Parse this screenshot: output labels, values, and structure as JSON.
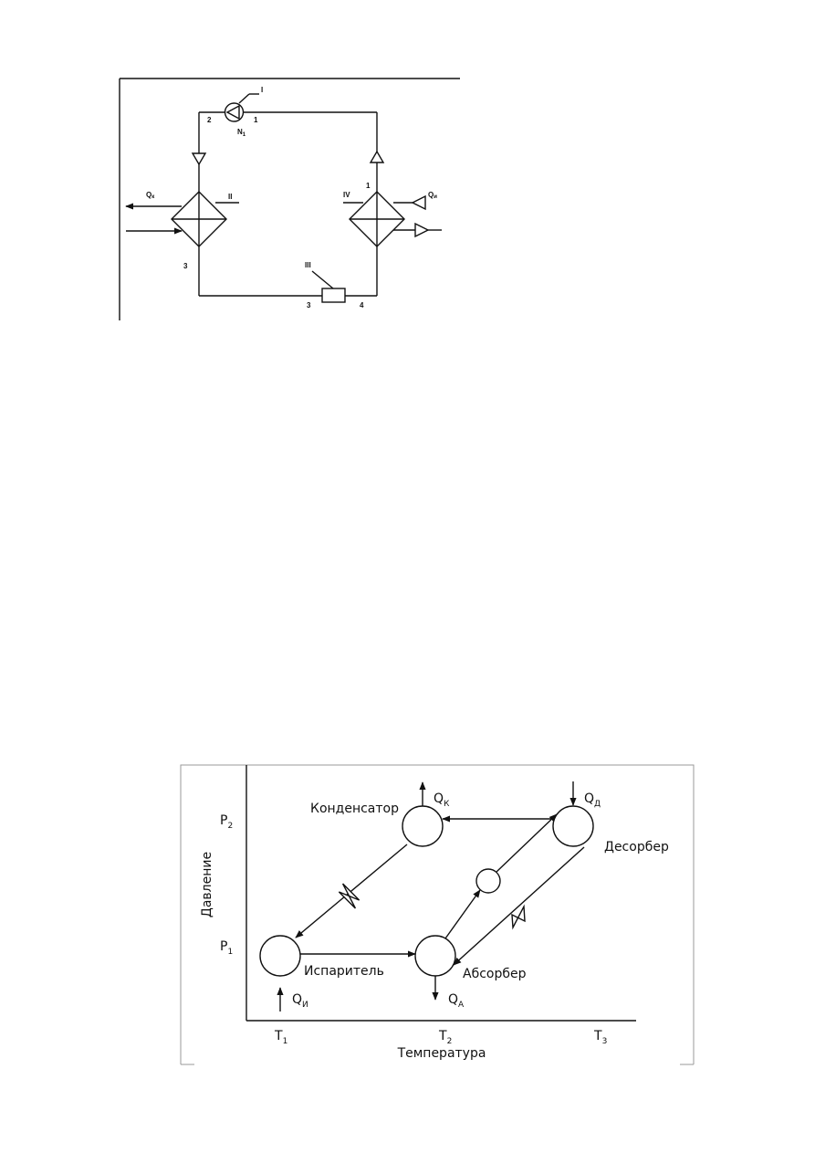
{
  "diagram1": {
    "pump": {
      "label": "I",
      "drive": "N",
      "drive_sub": "1"
    },
    "condenser": {
      "label": "II",
      "heat": "Q",
      "heat_sub": "к"
    },
    "valve": {
      "label": "III"
    },
    "evaporator": {
      "label": "IV",
      "heat": "Q",
      "heat_sub": "и"
    },
    "points": {
      "p1_top": "1",
      "p2": "2",
      "p1_right": "1",
      "p3_left": "3",
      "p3_bottom": "3",
      "p4": "4"
    }
  },
  "diagram2": {
    "axes": {
      "xlabel": "Температура",
      "ylabel": "Давление",
      "xticks": [
        {
          "main": "T",
          "sub": "1"
        },
        {
          "main": "T",
          "sub": "2"
        },
        {
          "main": "T",
          "sub": "3"
        }
      ],
      "yticks": [
        {
          "main": "P",
          "sub": "2"
        },
        {
          "main": "P",
          "sub": "1"
        }
      ]
    },
    "nodes": {
      "condenser": "Конденсатор",
      "evaporator": "Испаритель",
      "absorber": "Абсорбер",
      "desorber": "Десорбер"
    },
    "heats": {
      "qk": {
        "main": "Q",
        "sub": "К"
      },
      "qd": {
        "main": "Q",
        "sub": "Д"
      },
      "qi": {
        "main": "Q",
        "sub": "И"
      },
      "qa": {
        "main": "Q",
        "sub": "А"
      }
    }
  }
}
